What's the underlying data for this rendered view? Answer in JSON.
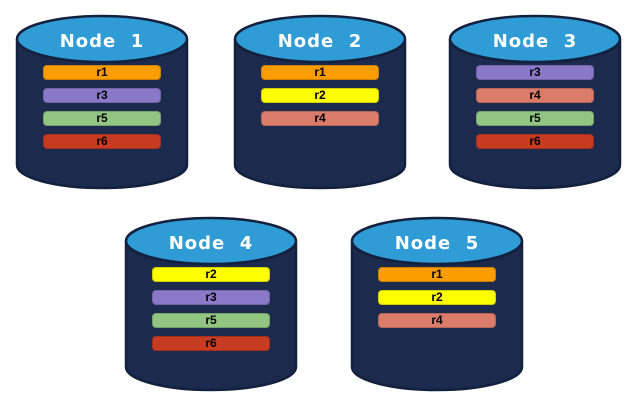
{
  "diagram": {
    "description": "Database nodes with replica placement",
    "background_color": "#ffffff",
    "cylinder": {
      "body_color": "#1B2A4D",
      "top_color": "#2F9CD6",
      "outline_color": "#13203E",
      "title_color": "#ffffff"
    },
    "replica_colors": {
      "r1": "#FB9D00",
      "r2": "#FDFE00",
      "r3": "#8A79C8",
      "r4": "#DB7C6A",
      "r5": "#91C581",
      "r6": "#C63B21"
    },
    "nodes": [
      {
        "title": "Node  1",
        "replicas": [
          "r1",
          "r3",
          "r5",
          "r6"
        ]
      },
      {
        "title": "Node  2",
        "replicas": [
          "r1",
          "r2",
          "r4"
        ]
      },
      {
        "title": "Node  3",
        "replicas": [
          "r3",
          "r4",
          "r5",
          "r6"
        ]
      },
      {
        "title": "Node  4",
        "replicas": [
          "r2",
          "r3",
          "r5",
          "r6"
        ]
      },
      {
        "title": "Node  5",
        "replicas": [
          "r1",
          "r2",
          "r4"
        ]
      }
    ]
  }
}
